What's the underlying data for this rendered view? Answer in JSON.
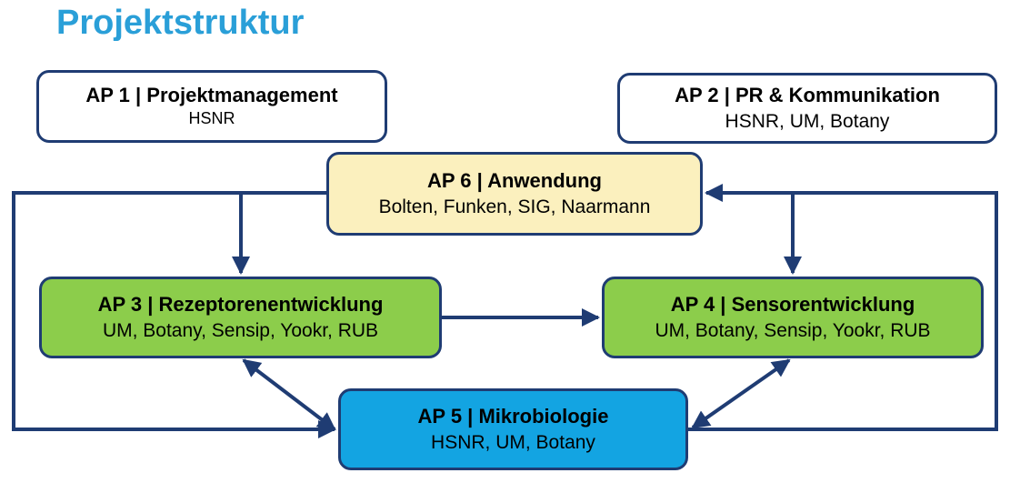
{
  "title": "Projektstruktur",
  "colors": {
    "title": "#2a9fd8",
    "border": "#1f3c73",
    "arrow": "#1f3c73",
    "white_box": "#ffffff",
    "application_box": "#fbf0be",
    "development_box": "#8ccd4b",
    "microbiology_box": "#13a4e2"
  },
  "work_packages": {
    "ap1": {
      "heading": "AP 1 | Projektmanagement",
      "members": "HSNR"
    },
    "ap2": {
      "heading": "AP 2 | PR & Kommunikation",
      "members": "HSNR, UM, Botany"
    },
    "ap6": {
      "heading": "AP 6 | Anwendung",
      "members": "Bolten, Funken, SIG, Naarmann"
    },
    "ap3": {
      "heading": "AP 3 | Rezeptorenentwicklung",
      "members": "UM, Botany, Sensip, Yookr, RUB"
    },
    "ap4": {
      "heading": "AP 4 | Sensorentwicklung",
      "members": "UM, Botany, Sensip, Yookr, RUB"
    },
    "ap5": {
      "heading": "AP 5 | Mikrobiologie",
      "members": "HSNR, UM, Botany"
    }
  },
  "connections": [
    {
      "from": "ap6",
      "to": "ap3",
      "type": "one-way"
    },
    {
      "from": "ap6",
      "to": "ap4",
      "type": "one-way"
    },
    {
      "from": "ap3",
      "to": "ap4",
      "type": "one-way"
    },
    {
      "from": "ap3",
      "to": "ap5",
      "type": "two-way"
    },
    {
      "from": "ap4",
      "to": "ap5",
      "type": "two-way"
    },
    {
      "from": "ap6",
      "to": "ap5",
      "type": "loop-left"
    },
    {
      "from": "ap5",
      "to": "ap6",
      "type": "loop-right"
    }
  ]
}
